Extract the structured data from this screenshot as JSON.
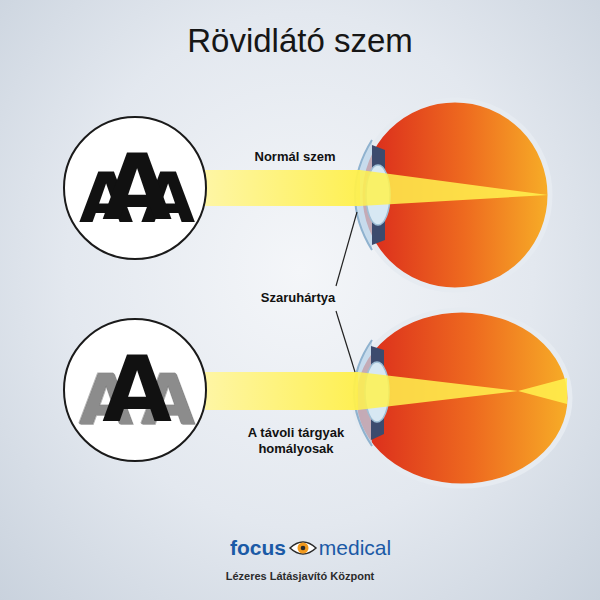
{
  "diagram": {
    "title": "Rövidlátó szem",
    "nodes": [
      {
        "text": [
          "A",
          "A",
          "A"
        ]
      },
      {
        "text": [
          "A",
          "A",
          "A"
        ]
      }
    ],
    "labels": [
      "Normál szem",
      "Szaruhártya",
      "A távoli tárgyak homályosak",
      "focus",
      "medical",
      "Lézeres Látásjavító Központ"
    ]
  }
}
